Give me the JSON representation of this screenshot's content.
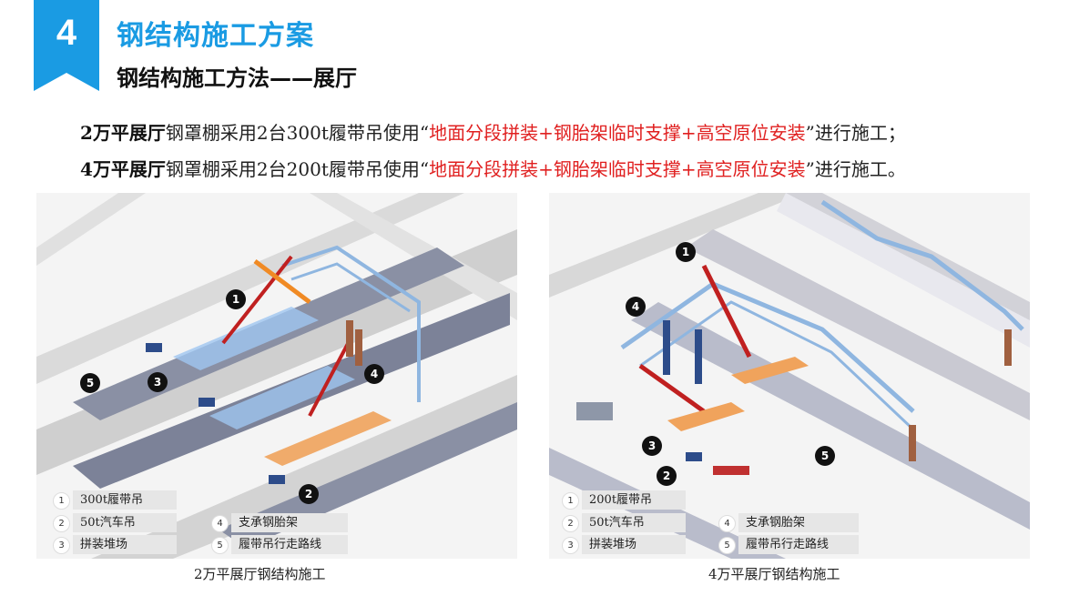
{
  "header": {
    "section_number": "4",
    "title": "钢结构施工方案",
    "subtitle": "钢结构施工方法——展厅"
  },
  "description": {
    "line1": {
      "prefix": "2万平展厅",
      "mid": "钢罩棚采用2台300t履带吊使用“",
      "highlight": "地面分段拼装+钢胎架临时支撑+高空原位安装",
      "suffix": "”进行施工；"
    },
    "line2": {
      "prefix": "4万平展厅",
      "mid": "钢罩棚采用2台200t履带吊使用“",
      "highlight": "地面分段拼装+钢胎架临时支撑+高空原位安装",
      "suffix": "”进行施工。"
    }
  },
  "colors": {
    "accent": "#1a9be3",
    "highlight": "#e02020"
  },
  "panel_left": {
    "caption": "2万平展厅钢结构施工",
    "markers": [
      "1",
      "2",
      "3",
      "4",
      "5"
    ],
    "legend": [
      {
        "num": "1",
        "label": "300t履带吊"
      },
      {
        "num": "2",
        "label": "50t汽车吊"
      },
      {
        "num": "3",
        "label": "拼装堆场"
      },
      {
        "num": "4",
        "label": "支承钢胎架"
      },
      {
        "num": "5",
        "label": "履带吊行走路线"
      }
    ]
  },
  "panel_right": {
    "caption": "4万平展厅钢结构施工",
    "markers": [
      "1",
      "2",
      "3",
      "4",
      "5"
    ],
    "legend": [
      {
        "num": "1",
        "label": "200t履带吊"
      },
      {
        "num": "2",
        "label": "50t汽车吊"
      },
      {
        "num": "3",
        "label": "拼装堆场"
      },
      {
        "num": "4",
        "label": "支承钢胎架"
      },
      {
        "num": "5",
        "label": "履带吊行走路线"
      }
    ]
  }
}
